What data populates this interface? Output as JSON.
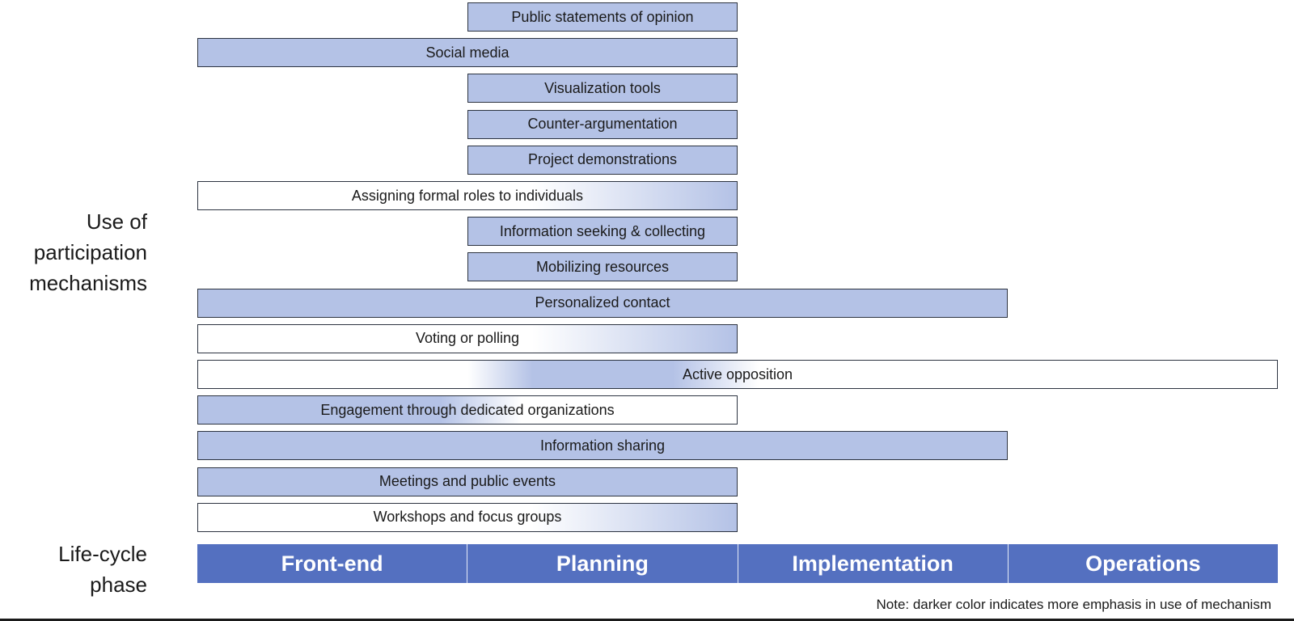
{
  "labels": {
    "y_axis": "Use of\nparticipation\nmechanisms",
    "x_axis": "Life-cycle\nphase",
    "note": "Note: darker color indicates more emphasis in use of mechanism"
  },
  "colors": {
    "emphasis_fill": "#b4c2e6",
    "light_fill": "#ffffff",
    "phase_fill": "#5470c0",
    "border": "#2c3340"
  },
  "phases": [
    "Front-end",
    "Planning",
    "Implementation",
    "Operations"
  ],
  "mechanisms": [
    {
      "label": "Public statements of opinion",
      "start": 1,
      "end": 2,
      "fill": "solid"
    },
    {
      "label": "Social media",
      "start": 0,
      "end": 2,
      "fill": "solid"
    },
    {
      "label": "Visualization tools",
      "start": 1,
      "end": 2,
      "fill": "solid"
    },
    {
      "label": "Counter-argumentation",
      "start": 1,
      "end": 2,
      "fill": "solid"
    },
    {
      "label": "Project demonstrations",
      "start": 1,
      "end": 2,
      "fill": "solid"
    },
    {
      "label": "Assigning formal roles to individuals",
      "start": 0,
      "end": 2,
      "fill": "gradient-right"
    },
    {
      "label": "Information  seeking & collecting",
      "start": 1,
      "end": 2,
      "fill": "solid"
    },
    {
      "label": "Mobilizing resources",
      "start": 1,
      "end": 2,
      "fill": "solid"
    },
    {
      "label": "Personalized contact",
      "start": 0,
      "end": 3,
      "fill": "solid"
    },
    {
      "label": "Voting or polling",
      "start": 0,
      "end": 2,
      "fill": "gradient-right"
    },
    {
      "label": "Active opposition",
      "start": 0,
      "end": 4,
      "fill": "gradient-center"
    },
    {
      "label": "Engagement through  dedicated organizations",
      "start": 0,
      "end": 2,
      "fill": "gradient-left"
    },
    {
      "label": "Information  sharing",
      "start": 0,
      "end": 3,
      "fill": "solid"
    },
    {
      "label": "Meetings and public events",
      "start": 0,
      "end": 2,
      "fill": "solid"
    },
    {
      "label": "Workshops  and focus groups",
      "start": 0,
      "end": 2,
      "fill": "gradient-right"
    }
  ]
}
